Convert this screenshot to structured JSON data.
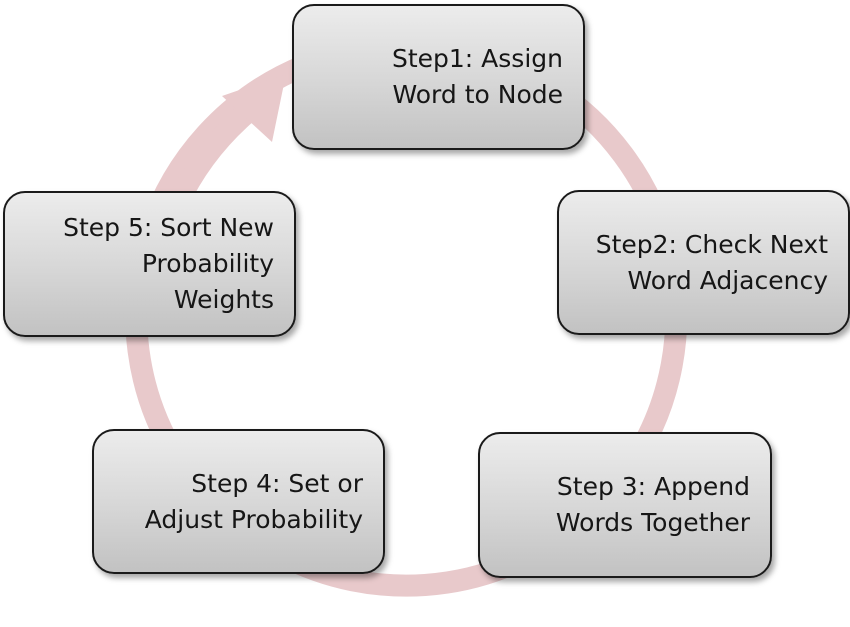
{
  "diagram": {
    "steps": [
      {
        "label": "Step1: Assign\nWord to Node"
      },
      {
        "label": "Step2: Check Next\nWord Adjacency"
      },
      {
        "label": "Step 3: Append\nWords Together"
      },
      {
        "label": "Step 4: Set or\nAdjust Probability"
      },
      {
        "label": "Step 5: Sort New\nProbability\nWeights"
      }
    ],
    "colors": {
      "cycle_arrow": "#e8c9cb",
      "box_border": "#1a1a1a",
      "box_fill_top": "#ececec",
      "box_fill_bottom": "#c2c2c2",
      "text": "#161616"
    }
  }
}
